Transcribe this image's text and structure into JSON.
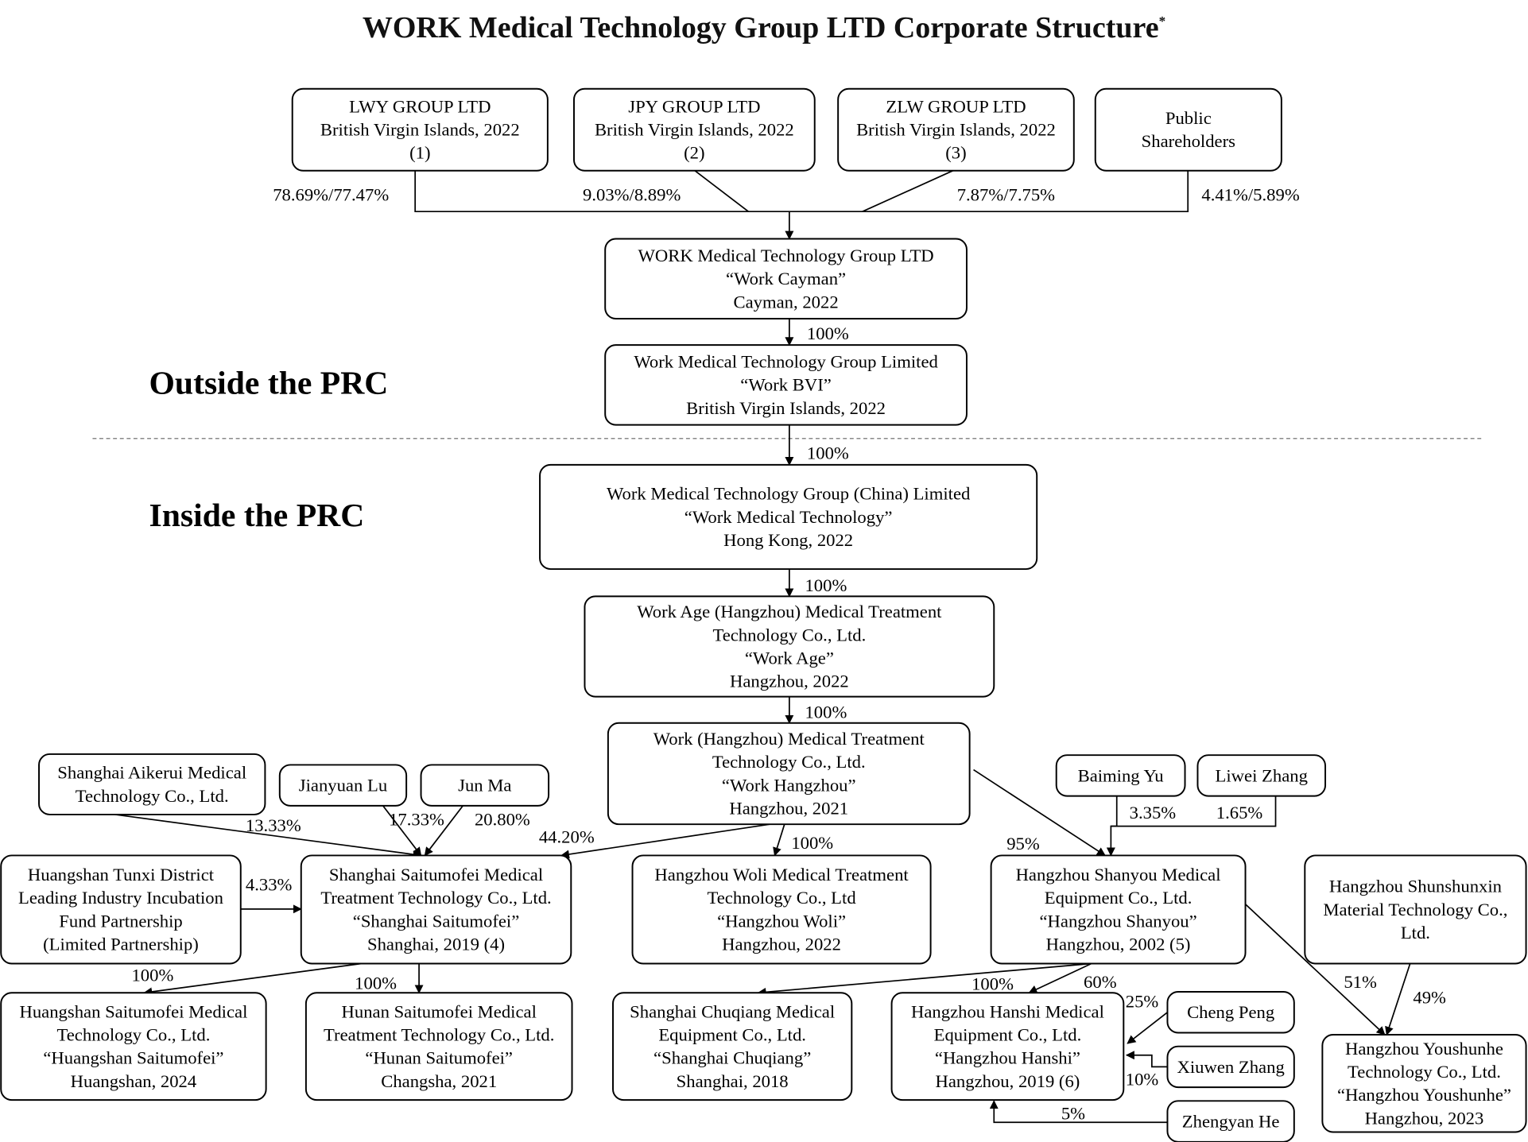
{
  "title": "WORK Medical Technology Group LTD Corporate Structure",
  "title_footnote": "*",
  "sections": {
    "outside": "Outside the PRC",
    "inside": "Inside the PRC"
  },
  "nodes": {
    "lwy": [
      "LWY GROUP LTD",
      "British Virgin Islands, 2022",
      "(1)"
    ],
    "jpy": [
      "JPY GROUP LTD",
      "British Virgin Islands, 2022",
      "(2)"
    ],
    "zlw": [
      "ZLW GROUP LTD",
      "British Virgin Islands, 2022",
      "(3)"
    ],
    "public": [
      "Public",
      "Shareholders"
    ],
    "cayman": [
      "WORK Medical Technology Group LTD",
      "“Work Cayman”",
      "Cayman, 2022"
    ],
    "bvi": [
      "Work Medical Technology Group Limited",
      "“Work BVI”",
      "British Virgin Islands, 2022"
    ],
    "hk": [
      "Work Medical Technology Group (China) Limited",
      "“Work Medical Technology”",
      "Hong Kong, 2022"
    ],
    "workage": [
      "Work Age (Hangzhou) Medical Treatment",
      "Technology Co., Ltd.",
      "“Work Age”",
      "Hangzhou, 2022"
    ],
    "workhz": [
      "Work (Hangzhou) Medical Treatment",
      "Technology Co., Ltd.",
      "“Work Hangzhou”",
      "Hangzhou, 2021"
    ],
    "aikerui": [
      "Shanghai Aikerui Medical",
      "Technology Co., Ltd."
    ],
    "jianyuan": [
      "Jianyuan Lu"
    ],
    "junma": [
      "Jun Ma"
    ],
    "tunxi": [
      "Huangshan Tunxi District",
      "Leading Industry Incubation",
      "Fund Partnership",
      "(Limited Partnership)"
    ],
    "saitumofei": [
      "Shanghai Saitumofei Medical",
      "Treatment Technology Co., Ltd.",
      "“Shanghai Saitumofei”",
      "Shanghai, 2019 (4)"
    ],
    "woli": [
      "Hangzhou Woli Medical Treatment",
      "Technology Co., Ltd",
      "“Hangzhou Woli”",
      "Hangzhou, 2022"
    ],
    "baiming": [
      "Baiming Yu"
    ],
    "liwei": [
      "Liwei Zhang"
    ],
    "shanyou": [
      "Hangzhou Shanyou Medical",
      "Equipment Co., Ltd.",
      "“Hangzhou Shanyou”",
      "Hangzhou, 2002 (5)"
    ],
    "shunshunxin": [
      "Hangzhou Shunshunxin",
      "Material Technology Co.,",
      "Ltd."
    ],
    "huangshan": [
      "Huangshan Saitumofei Medical",
      "Technology Co., Ltd.",
      "“Huangshan Saitumofei”",
      "Huangshan, 2024"
    ],
    "hunan": [
      "Hunan Saitumofei Medical",
      "Treatment Technology Co., Ltd.",
      "“Hunan Saitumofei”",
      "Changsha, 2021"
    ],
    "chuqiang": [
      "Shanghai Chuqiang Medical",
      "Equipment Co., Ltd.",
      "“Shanghai Chuqiang”",
      "Shanghai, 2018"
    ],
    "hanshi": [
      "Hangzhou Hanshi Medical",
      "Equipment Co., Ltd.",
      "“Hangzhou Hanshi”",
      "Hangzhou, 2019 (6)"
    ],
    "chengpeng": [
      "Cheng Peng"
    ],
    "xiuwen": [
      "Xiuwen Zhang"
    ],
    "zhengyan": [
      "Zhengyan He"
    ],
    "youshunhe": [
      "Hangzhou Youshunhe",
      "Technology Co., Ltd.",
      "“Hangzhou Youshunhe”",
      "Hangzhou, 2023"
    ]
  },
  "ownership": {
    "lwy_cayman": "78.69%/77.47%",
    "jpy_cayman": "9.03%/8.89%",
    "zlw_cayman": "7.87%/7.75%",
    "public_cayman": "4.41%/5.89%",
    "cayman_bvi": "100%",
    "bvi_hk": "100%",
    "hk_workage": "100%",
    "workage_workhz": "100%",
    "aikerui_saitumofei": "13.33%",
    "jianyuan_saitumofei": "17.33%",
    "junma_saitumofei": "20.80%",
    "workhz_saitumofei": "44.20%",
    "tunxi_saitumofei": "4.33%",
    "workhz_woli": "100%",
    "workhz_shanyou": "95%",
    "baiming_shanyou": "3.35%",
    "liwei_shanyou": "1.65%",
    "saitumofei_huangshan": "100%",
    "saitumofei_hunan": "100%",
    "shanyou_chuqiang": "100%",
    "shanyou_hanshi": "60%",
    "chengpeng_hanshi": "25%",
    "xiuwen_hanshi": "10%",
    "zhengyan_hanshi": "5%",
    "shanyou_youshunhe": "51%",
    "shunshunxin_youshunhe": "49%"
  }
}
